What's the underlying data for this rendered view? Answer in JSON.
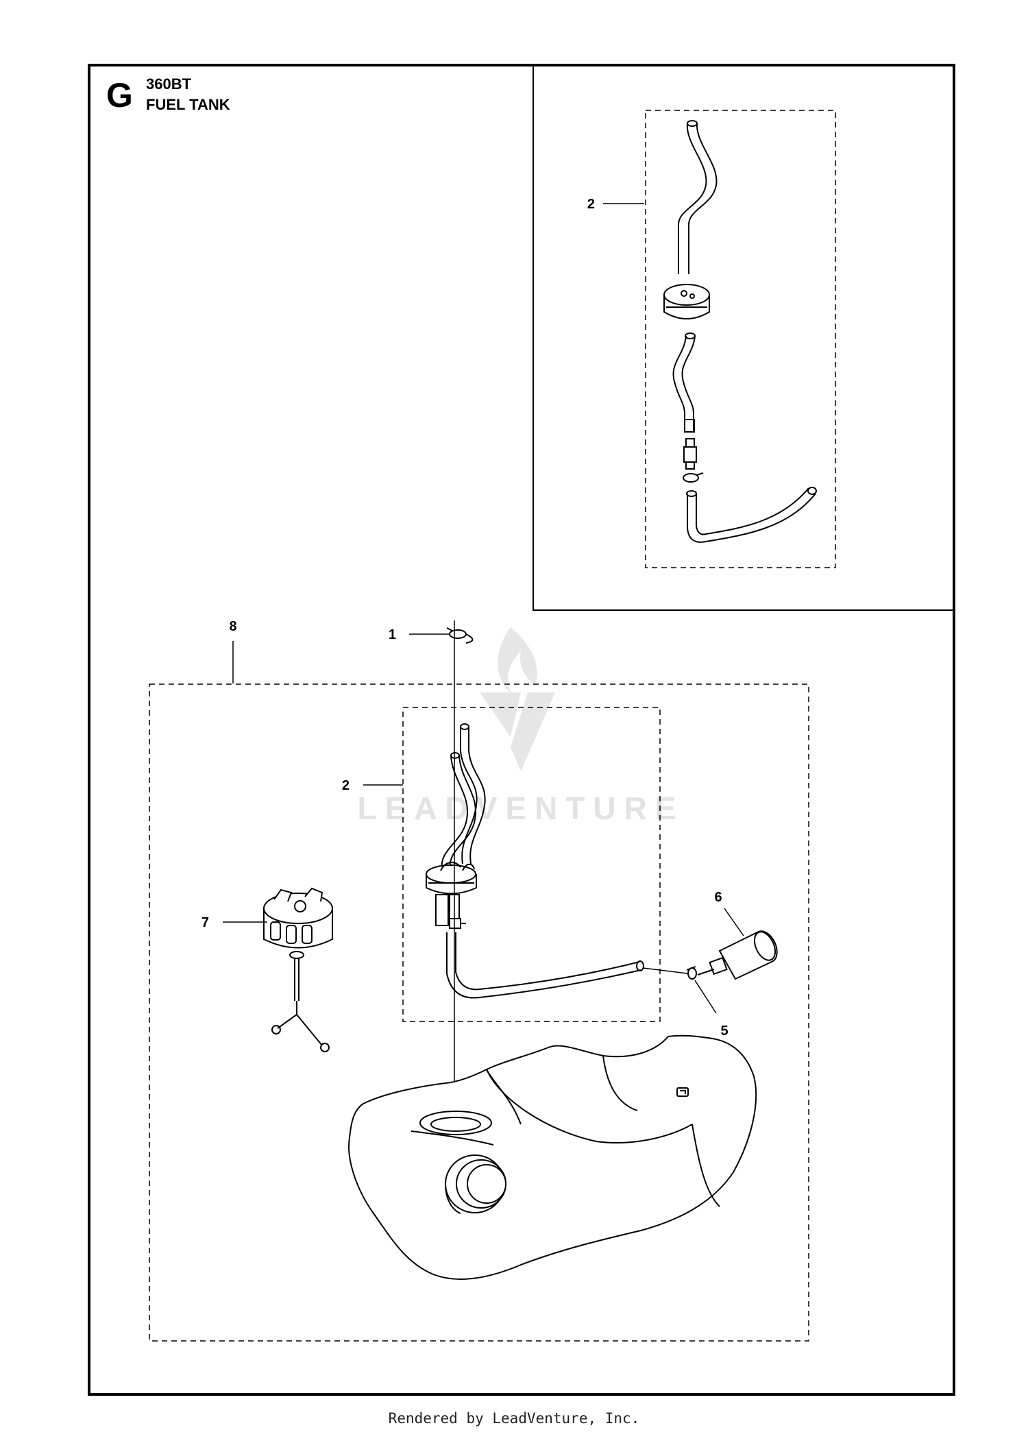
{
  "header": {
    "section_letter": "G",
    "model": "360BT",
    "title": "FUEL TANK"
  },
  "watermark": {
    "text": "LEADVENTURE",
    "color": "#d9d9d9"
  },
  "callouts": [
    {
      "id": "1",
      "label": "1"
    },
    {
      "id": "2-inset",
      "label": "2"
    },
    {
      "id": "2-main",
      "label": "2"
    },
    {
      "id": "5",
      "label": "5"
    },
    {
      "id": "6",
      "label": "6"
    },
    {
      "id": "7",
      "label": "7"
    },
    {
      "id": "8",
      "label": "8"
    }
  ],
  "footer": {
    "text": "Rendered by LeadVenture, Inc."
  }
}
